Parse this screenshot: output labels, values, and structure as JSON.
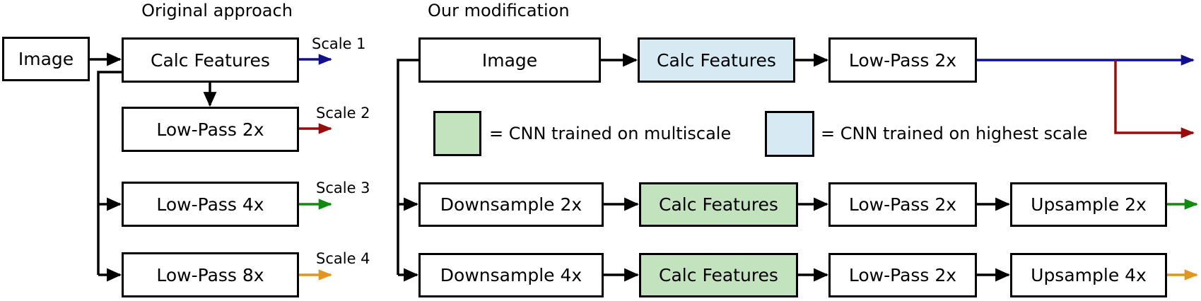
{
  "figure": {
    "left": {
      "title": "Original approach",
      "image_label": "Image",
      "calc_label": "Calc Features",
      "lp2_label": "Low-Pass 2x",
      "lp4_label": "Low-Pass 4x",
      "lp8_label": "Low-Pass 8x",
      "scales": [
        "Scale 1",
        "Scale 2",
        "Scale 3",
        "Scale 4"
      ]
    },
    "right": {
      "title": "Our modification",
      "image_label": "Image",
      "calc_label": "Calc Features",
      "lp_label": "Low-Pass 2x",
      "ds2_label": "Downsample 2x",
      "ds4_label": "Downsample 4x",
      "us2_label": "Upsample 2x",
      "us4_label": "Upsample 4x",
      "legend": {
        "multiscale": "= CNN trained on multiscale",
        "highest": "= CNN trained on highest scale"
      }
    },
    "colors": {
      "scale1": "#10108E",
      "scale2": "#970D0D",
      "scale3": "#108A10",
      "scale4": "#E0961F",
      "boxGreen": "#C2E3BE",
      "boxBlue": "#D7E9F2",
      "wire": "#000000"
    }
  }
}
